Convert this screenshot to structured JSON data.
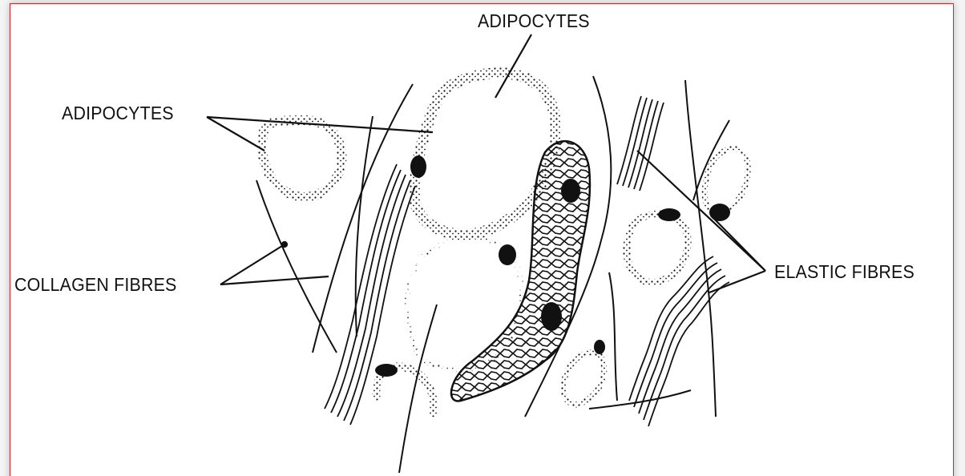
{
  "diagram": {
    "labels": {
      "adipocytes_top": "ADIPOCYTES",
      "adipocytes_left": "ADIPOCYTES",
      "collagen_fibres": "COLLAGEN FIBRES",
      "elastic_fibres": "ELASTIC FIBRES"
    },
    "frame_color": "#d9232a",
    "ink_color": "#111111"
  }
}
